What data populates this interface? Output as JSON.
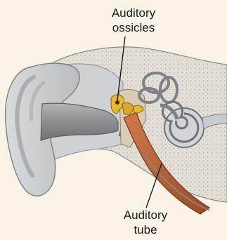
{
  "labels": {
    "ossicles": {
      "line1": "Auditory",
      "line2": "ossicles"
    },
    "tube": {
      "line1": "Auditory",
      "line2": "tube"
    }
  },
  "colors": {
    "background": "#f8f3e6",
    "skin": "#c9cdd0",
    "bone": "#e1ddd3",
    "canal": "#8e9193",
    "ossicles": "#e8b92c",
    "tube": "#b8633a",
    "leader_line": "#1a1a1a"
  }
}
